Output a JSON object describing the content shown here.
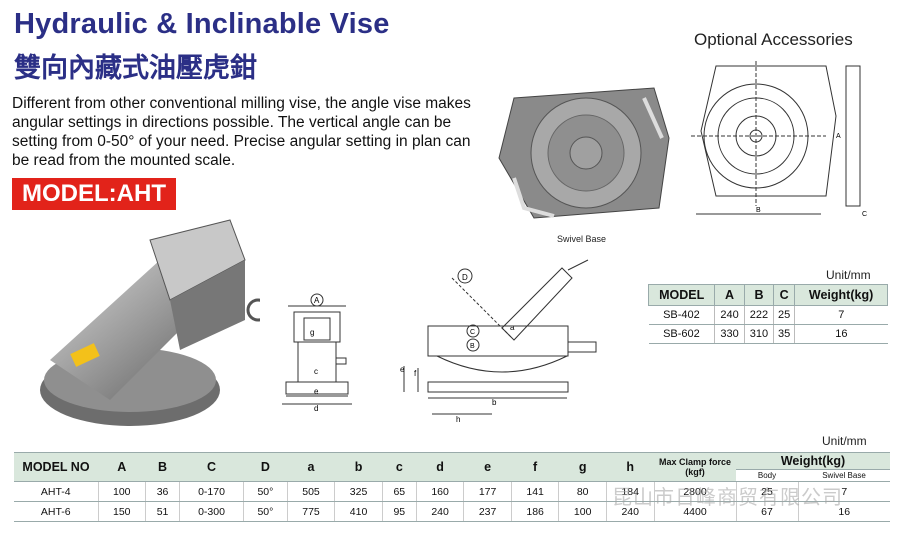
{
  "title_en": "Hydraulic & Inclinable Vise",
  "title_zh": "雙向內藏式油壓虎鉗",
  "description": "Different from other conventional milling vise, the angle vise makes angular settings in directions possible. The vertical angle can be setting from 0-50° of your need. Precise angular setting in plan can be read from the mounted scale.",
  "model_badge": "MODEL:AHT",
  "optional_accessories": "Optional Accessories",
  "swivel_base_label": "Swivel Base",
  "diagram_labels": {
    "A": "A",
    "B": "B",
    "C": "C",
    "D": "D",
    "a": "a",
    "b": "b",
    "c": "c",
    "d": "d",
    "e": "e",
    "f": "f",
    "g": "g",
    "h": "h"
  },
  "accessory_table": {
    "unit": "Unit/mm",
    "headers": [
      "MODEL",
      "A",
      "B",
      "C",
      "Weight(kg)"
    ],
    "rows": [
      [
        "SB-402",
        "240",
        "222",
        "25",
        "7"
      ],
      [
        "SB-602",
        "330",
        "310",
        "35",
        "16"
      ]
    ]
  },
  "main_table": {
    "unit": "Unit/mm",
    "headers": [
      "MODEL NO",
      "A",
      "B",
      "C",
      "D",
      "a",
      "b",
      "c",
      "d",
      "e",
      "f",
      "g",
      "h"
    ],
    "force_header": "Max Clamp force (kgf)",
    "weight_header": "Weight(kg)",
    "weight_sub": [
      "Body",
      "Swivel Base"
    ],
    "rows": [
      [
        "AHT-4",
        "100",
        "36",
        "0-170",
        "50°",
        "505",
        "325",
        "65",
        "160",
        "177",
        "141",
        "80",
        "184",
        "2800",
        "25",
        "7"
      ],
      [
        "AHT-6",
        "150",
        "51",
        "0-300",
        "50°",
        "775",
        "410",
        "95",
        "240",
        "237",
        "186",
        "100",
        "240",
        "4400",
        "67",
        "16"
      ]
    ]
  },
  "watermark": "昆山市日峰商贸有限公司"
}
